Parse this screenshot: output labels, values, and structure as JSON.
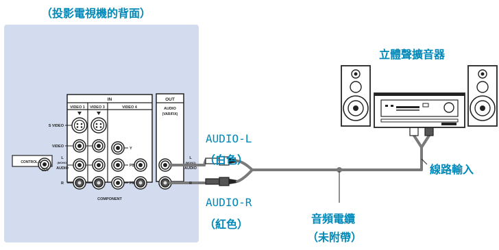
{
  "tv_label": "（投影電視機的背面）",
  "stereo_label": "立體聲擴音器",
  "line_input_label": "線路輸入",
  "cable_label": "音頻電纜",
  "cable_note": "（未附帶）",
  "audio_l": {
    "name": "AUDIO-L",
    "color": "（白色）"
  },
  "audio_r": {
    "name": "AUDIO-R",
    "color": "（紅色）"
  },
  "panel": {
    "in_header": "IN",
    "video1": "VIDEO 1",
    "video3": "VIDEO 3",
    "video4": "VIDEO 4",
    "svideo": "S VIDEO",
    "video": "VIDEO",
    "l": "L",
    "mono": "(MONO)",
    "audio": "AUDIO",
    "r": "R",
    "y": "Y",
    "pb": "PB",
    "pr": "PR",
    "component": "COMPONENT",
    "out_header": "OUT",
    "out_audio": "AUDIO",
    "out_varfix": "(VAR/FIX)",
    "out_l": "L",
    "out_mono": "(MONO)",
    "out_audio2": "AUDIO",
    "out_r": "R",
    "control_s": "CONTROL S",
    "control_out": "OUT"
  },
  "colors": {
    "accent": "#0088b8",
    "panel_bg": "#d3dcee",
    "cable": "#7a7a7a"
  }
}
